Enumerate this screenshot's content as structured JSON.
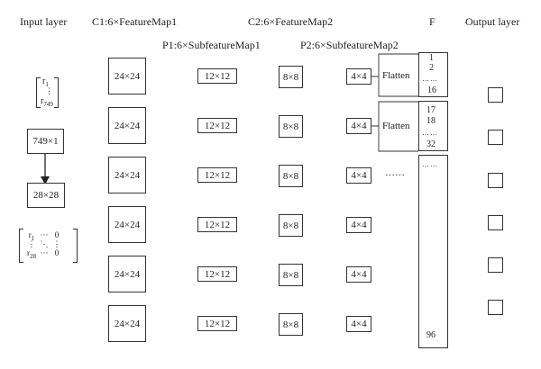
{
  "headers": {
    "input": "Input layer",
    "c1": "C1:6×FeatureMap1",
    "c2": "C2:6×FeatureMap2",
    "p1": "P1:6×SubfeatureMap1",
    "p2": "P2:6×SubfeatureMap2",
    "f": "F",
    "output": "Output layer"
  },
  "input": {
    "vector": [
      "r",
      "1",
      "⋮",
      "r",
      "749"
    ],
    "reshape_top": "749×1",
    "reshape_bottom": "28×28",
    "matrix_row1": [
      "r",
      "1",
      "···",
      "0"
    ],
    "matrix_row2": [
      "⋮",
      "⋱",
      "⋮"
    ],
    "matrix_row3": [
      "r",
      "28",
      "···",
      "0"
    ]
  },
  "c1_label": "24×24",
  "p1_label": "12×12",
  "c2_label": "8×8",
  "p2_label": "4×4",
  "flatten": "Flatten",
  "ellipsis_h": "……",
  "f_vector": {
    "seg1": [
      "1",
      "2",
      "……",
      "16"
    ],
    "seg2": [
      "17",
      "18",
      "……",
      "32"
    ],
    "seg3": [
      "……",
      "96"
    ]
  },
  "output_count": 6
}
